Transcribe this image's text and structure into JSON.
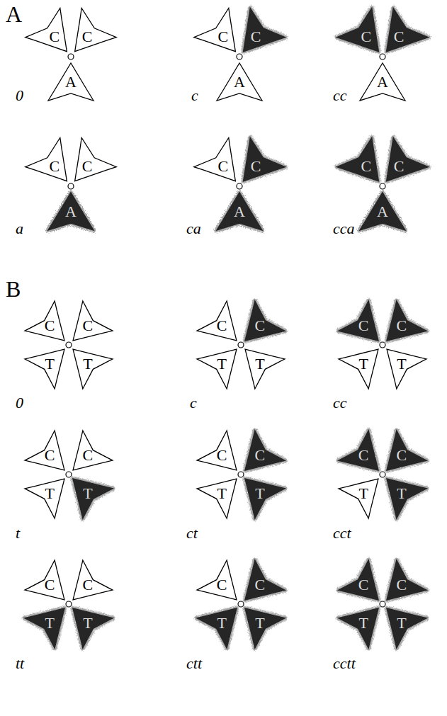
{
  "diagram": {
    "nodes": [
      {
        "text": [
          "C"
        ]
      },
      {
        "text": [
          "C"
        ]
      },
      {
        "text": [
          "A"
        ]
      },
      {
        "text": [
          "C"
        ]
      },
      {
        "text": [
          "C"
        ]
      },
      {
        "text": [
          "A"
        ]
      },
      {
        "text": [
          "C"
        ]
      },
      {
        "text": [
          "C"
        ]
      },
      {
        "text": [
          "A"
        ]
      },
      {
        "text": [
          "C"
        ]
      },
      {
        "text": [
          "C"
        ]
      },
      {
        "text": [
          "A"
        ]
      },
      {
        "text": [
          "C"
        ]
      },
      {
        "text": [
          "C"
        ]
      },
      {
        "text": [
          "A"
        ]
      },
      {
        "text": [
          "C"
        ]
      },
      {
        "text": [
          "C"
        ]
      },
      {
        "text": [
          "A"
        ]
      },
      {
        "text": [
          "C"
        ]
      },
      {
        "text": [
          "C"
        ]
      },
      {
        "text": [
          "T"
        ]
      },
      {
        "text": [
          "T"
        ]
      },
      {
        "text": [
          "C"
        ]
      },
      {
        "text": [
          "C"
        ]
      },
      {
        "text": [
          "T"
        ]
      },
      {
        "text": [
          "T"
        ]
      },
      {
        "text": [
          "C"
        ]
      },
      {
        "text": [
          "C"
        ]
      },
      {
        "text": [
          "T"
        ]
      },
      {
        "text": [
          "T"
        ]
      },
      {
        "text": [
          "C"
        ]
      },
      {
        "text": [
          "C"
        ]
      },
      {
        "text": [
          "T"
        ]
      },
      {
        "text": [
          "T"
        ]
      },
      {
        "text": [
          "C"
        ]
      },
      {
        "text": [
          "C"
        ]
      },
      {
        "text": [
          "T"
        ]
      },
      {
        "text": [
          "T"
        ]
      },
      {
        "text": [
          "C"
        ]
      },
      {
        "text": [
          "C"
        ]
      },
      {
        "text": [
          "T"
        ]
      },
      {
        "text": [
          "T"
        ]
      },
      {
        "text": [
          "C"
        ]
      },
      {
        "text": [
          "C"
        ]
      },
      {
        "text": [
          "T"
        ]
      },
      {
        "text": [
          "T"
        ]
      },
      {
        "text": [
          "C"
        ]
      },
      {
        "text": [
          "C"
        ]
      },
      {
        "text": [
          "T"
        ]
      },
      {
        "text": [
          "T"
        ]
      },
      {
        "text": [
          "C"
        ]
      },
      {
        "text": [
          "C"
        ]
      },
      {
        "text": [
          "T"
        ]
      },
      {
        "text": [
          "T"
        ]
      }
    ],
    "labels": [
      "A",
      "0",
      "c",
      "cc",
      "a",
      "ca",
      "cca",
      "B",
      "0",
      "c",
      "cc",
      "t",
      "ct",
      "cct",
      "tt",
      "ctt",
      "cctt"
    ]
  }
}
